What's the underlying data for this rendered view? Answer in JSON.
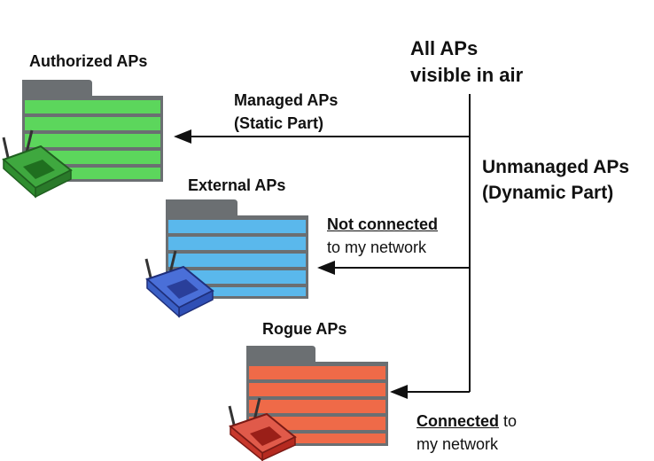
{
  "diagram": {
    "source": {
      "line1": "All APs",
      "line2": "visible in air"
    },
    "unmanaged": {
      "line1": "Unmanaged APs",
      "line2": "(Dynamic Part)"
    },
    "managed": {
      "line1": "Managed APs",
      "line2": "(Static Part)"
    },
    "groups": {
      "authorized": {
        "title": "Authorized APs",
        "color": "#5cd65c",
        "router_color": "#3fa83f"
      },
      "external": {
        "title": "External APs",
        "color": "#5ab8ec",
        "router_color": "#4a6fd8"
      },
      "rogue": {
        "title": "Rogue APs",
        "color": "#ef6a48",
        "router_color": "#cc2a22"
      }
    },
    "not_connected": {
      "emphasis": "Not connected",
      "rest": "to my network"
    },
    "connected": {
      "emphasis": "Connected",
      "rest": " to",
      "line2": "my network"
    },
    "colors": {
      "folder_frame": "#6b6f72",
      "arrow": "#111111"
    }
  }
}
